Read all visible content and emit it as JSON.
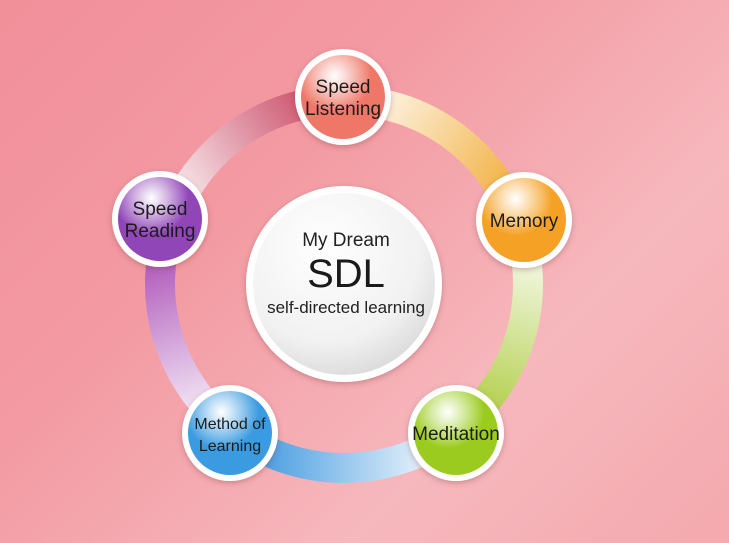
{
  "center": {
    "line1": "My Dream",
    "line2": "SDL",
    "line3": "self-directed learning"
  },
  "nodes": [
    {
      "id": "speed-listening",
      "lines": [
        "Speed",
        "Listening"
      ],
      "color": "#ef7768"
    },
    {
      "id": "memory",
      "lines": [
        "Memory"
      ],
      "color": "#f5a125"
    },
    {
      "id": "meditation",
      "lines": [
        "Meditation"
      ],
      "color": "#9acb1e"
    },
    {
      "id": "method-of-learning",
      "lines": [
        "Method of",
        "Learning"
      ],
      "color": "#3b9be0"
    },
    {
      "id": "speed-reading",
      "lines": [
        "Speed",
        "Reading"
      ],
      "color": "#9146b8"
    }
  ],
  "ring_colors": {
    "red": "#c53a58",
    "orange": "#f0a72a",
    "green": "#a8c832",
    "blue": "#2f8fdc",
    "purple": "#a33fb0"
  }
}
